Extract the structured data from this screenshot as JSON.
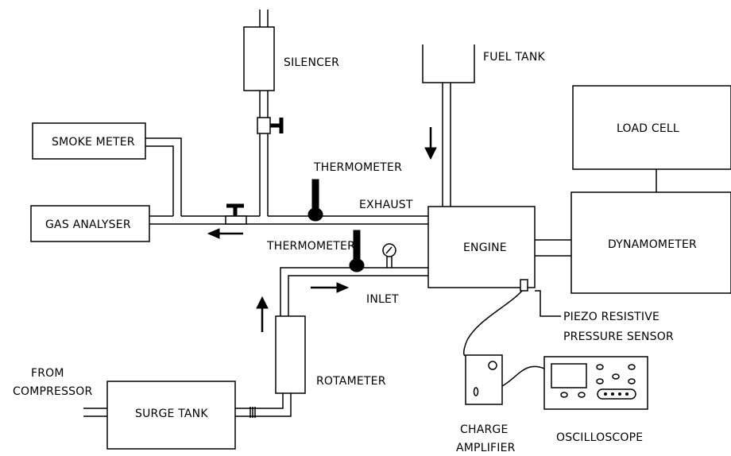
{
  "labels": {
    "silencer": "SILENCER",
    "fuel_tank": "FUEL TANK",
    "load_cell": "LOAD CELL",
    "smoke_meter": "SMOKE METER",
    "thermometer_exhaust": "THERMOMETER",
    "exhaust": "EXHAUST",
    "gas_analyser": "GAS ANALYSER",
    "engine": "ENGINE",
    "dynamometer": "DYNAMOMETER",
    "thermometer_inlet": "THERMOMETER",
    "inlet": "INLET",
    "piezo_line1": "PIEZO RESISTIVE",
    "piezo_line2": "PRESSURE SENSOR",
    "rotameter": "ROTAMETER",
    "from_line1": "FROM",
    "from_line2": "COMPRESSOR",
    "surge_tank": "SURGE TANK",
    "charge_line1": "CHARGE",
    "charge_line2": "AMPLIFIER",
    "oscilloscope": "OSCILLOSCOPE"
  }
}
